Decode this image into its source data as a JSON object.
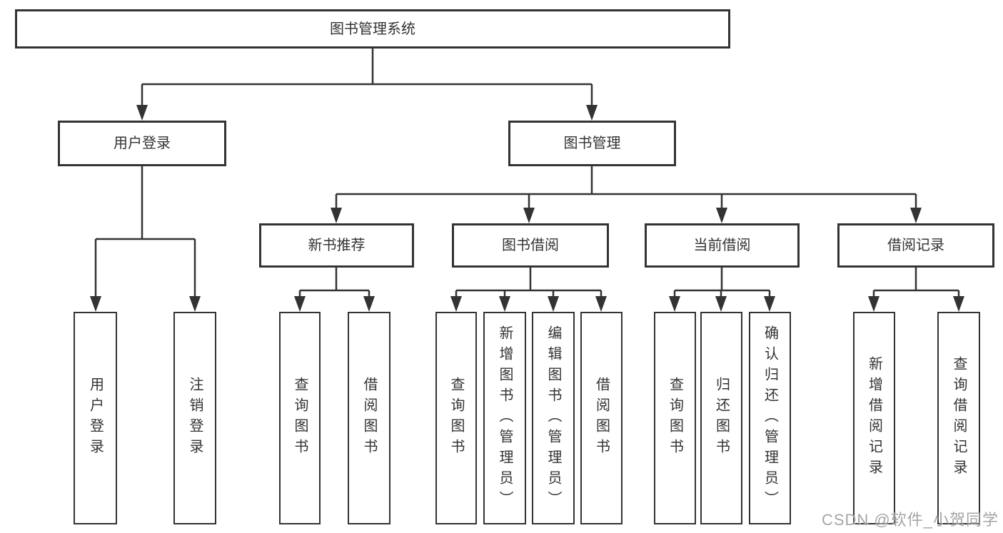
{
  "diagram_type": "hierarchy-tree",
  "colors": {
    "background": "#ffffff",
    "node_border": "#333333",
    "node_fill": "#ffffff",
    "connector": "#333333",
    "text": "#333333",
    "watermark": "#9c9c9c"
  },
  "tree": {
    "root": {
      "label": "图书管理系统",
      "children": [
        {
          "label": "用户登录",
          "children": [
            {
              "label": "用户登录"
            },
            {
              "label": "注销登录"
            }
          ]
        },
        {
          "label": "图书管理",
          "children": [
            {
              "label": "新书推荐",
              "children": [
                {
                  "label": "查询图书"
                },
                {
                  "label": "借阅图书"
                }
              ]
            },
            {
              "label": "图书借阅",
              "children": [
                {
                  "label": "查询图书"
                },
                {
                  "label": "新增图书（管理员）"
                },
                {
                  "label": "编辑图书（管理员）"
                },
                {
                  "label": "借阅图书"
                }
              ]
            },
            {
              "label": "当前借阅",
              "children": [
                {
                  "label": "查询图书"
                },
                {
                  "label": "归还图书"
                },
                {
                  "label": "确认归还（管理员）"
                }
              ]
            },
            {
              "label": "借阅记录",
              "children": [
                {
                  "label": "新增借阅记录"
                },
                {
                  "label": "查询借阅记录"
                }
              ]
            }
          ]
        }
      ]
    }
  },
  "watermark": {
    "text": "CSDN @软件_小贺同学"
  }
}
